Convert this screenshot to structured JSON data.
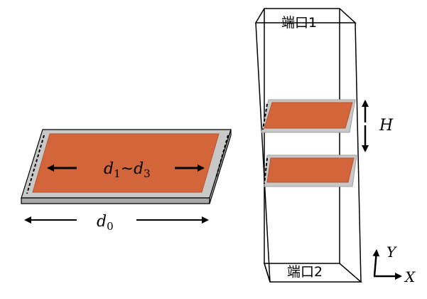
{
  "left_board": {
    "d_range_label": {
      "main": "d",
      "sub_start": "1",
      "tilde": "~",
      "main2": "d",
      "sub_end": "3"
    },
    "d0_label": {
      "main": "d",
      "sub": "0"
    }
  },
  "waveguide": {
    "port_top": "端口1",
    "port_bottom": "端口2",
    "h_label": "H"
  },
  "axes": {
    "y_label": "Y",
    "x_label": "X"
  },
  "colors": {
    "copper": "#D2663A",
    "substrate": "#C8C8C8",
    "substrate_edge": "#9A9A9A",
    "line": "#000000"
  }
}
